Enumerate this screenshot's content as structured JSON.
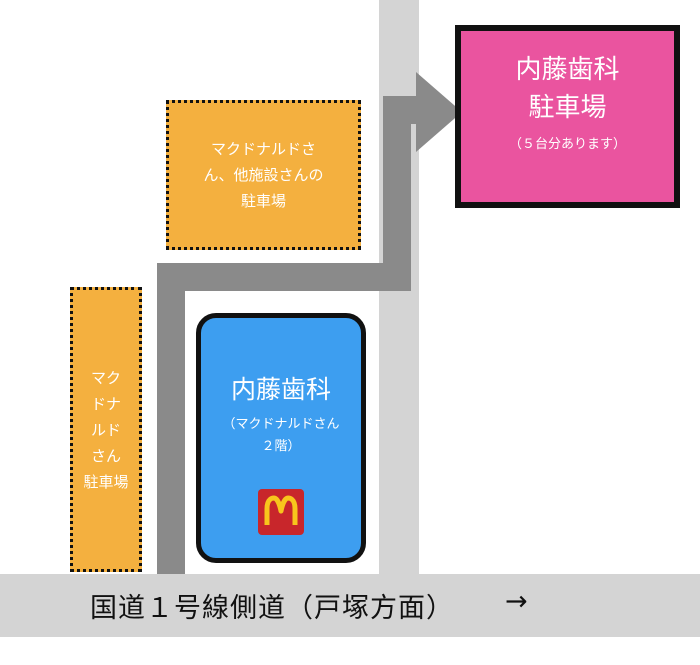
{
  "road": {
    "label": "国道１号線側道（戸塚方面）",
    "arrow": "→"
  },
  "lot_left_top": {
    "text": "マクドナルドさ\nん、他施設さんの\n駐車場"
  },
  "lot_left_bottom": {
    "text": "マク\nドナ\nルド\nさん\n駐車場"
  },
  "clinic": {
    "name": "内藤歯科",
    "sub": "（マクドナルドさん\n２階）"
  },
  "parking": {
    "title": "内藤歯科\n駐車場",
    "sub": "（５台分あります）"
  },
  "colors": {
    "lot": "#f4b03f",
    "clinic": "#3d9ef0",
    "parking": "#ea549f",
    "road": "#d4d4d4",
    "route": "#8a8a8a",
    "mcdonalds": "#c8262b"
  },
  "icons": {
    "mcdonalds": "mcdonalds-logo-icon",
    "route": "route-arrow-icon"
  }
}
